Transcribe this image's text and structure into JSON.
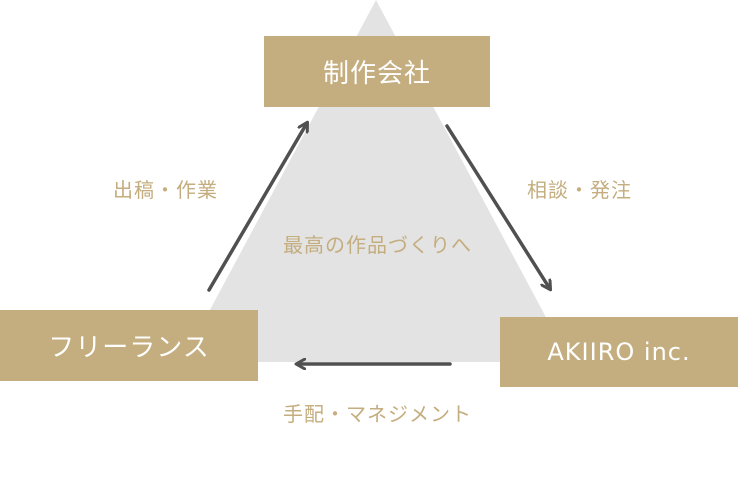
{
  "diagram": {
    "nodes": {
      "top": "制作会社",
      "left": "フリーランス",
      "right": "AKIIRO inc."
    },
    "edges": {
      "freelance_to_company": "出稿・作業",
      "company_to_akiiro": "相談・発注",
      "akiiro_to_freelance": "手配・マネジメント"
    },
    "center_text": "最高の作品づくりへ"
  },
  "colors": {
    "accent": "#c4ad7e",
    "triangle": "#e3e3e3",
    "arrow": "#505050",
    "box_text": "#ffffff"
  }
}
